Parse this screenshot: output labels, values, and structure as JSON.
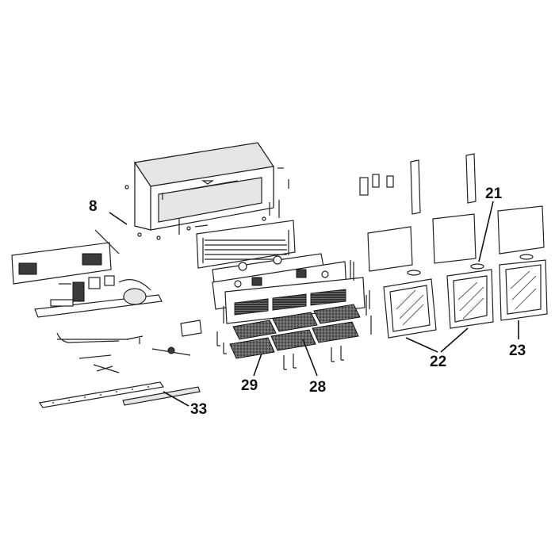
{
  "callouts": [
    {
      "id": "c8",
      "label": "8"
    },
    {
      "id": "c21",
      "label": "21"
    },
    {
      "id": "c22",
      "label": "22"
    },
    {
      "id": "c23",
      "label": "23"
    },
    {
      "id": "c28",
      "label": "28"
    },
    {
      "id": "c29",
      "label": "29"
    },
    {
      "id": "c33",
      "label": "33"
    }
  ],
  "colors": {
    "line": "#222222",
    "dark": "#3a3a3a",
    "background": "#ffffff"
  }
}
